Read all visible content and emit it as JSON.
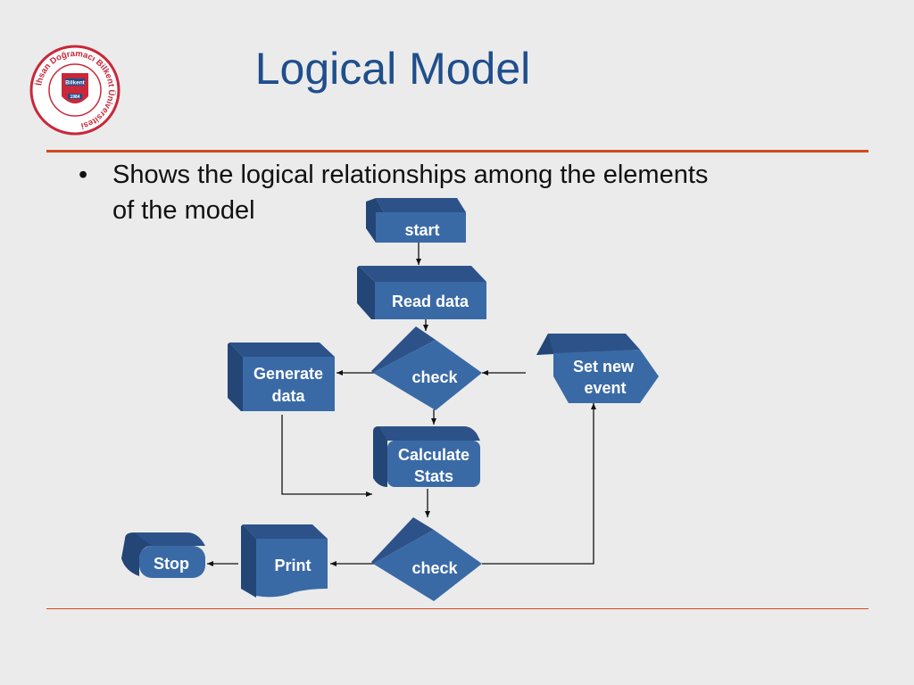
{
  "slide": {
    "title": "Logical Model",
    "bullet_marker": "•",
    "bullet_line1": "Shows the logical relationships among the elements",
    "bullet_line2": "of the model"
  },
  "logo": {
    "ring_text": "İhsan Doğramacı Bilkent Üniversitesi",
    "center_text": "Bilkent",
    "year": "1984",
    "colors": {
      "ring": "#c8283a",
      "inner": "#1f4e8c"
    }
  },
  "flowchart": {
    "start": "start",
    "read_data": "Read data",
    "check_top": "check",
    "generate_data_line1": "Generate",
    "generate_data_line2": "data",
    "set_new_event_line1": "Set  new",
    "set_new_event_line2": "event",
    "calculate_line1": "Calculate",
    "calculate_line2": "Stats",
    "check_bottom": "check",
    "print": "Print",
    "stop": "Stop"
  },
  "colors": {
    "node_fill": "#3a6aa6",
    "node_top": "#2c5289",
    "node_side": "#244677",
    "title": "#1f4e8c",
    "rule": "#d24a1e",
    "background": "#ebebeb"
  }
}
